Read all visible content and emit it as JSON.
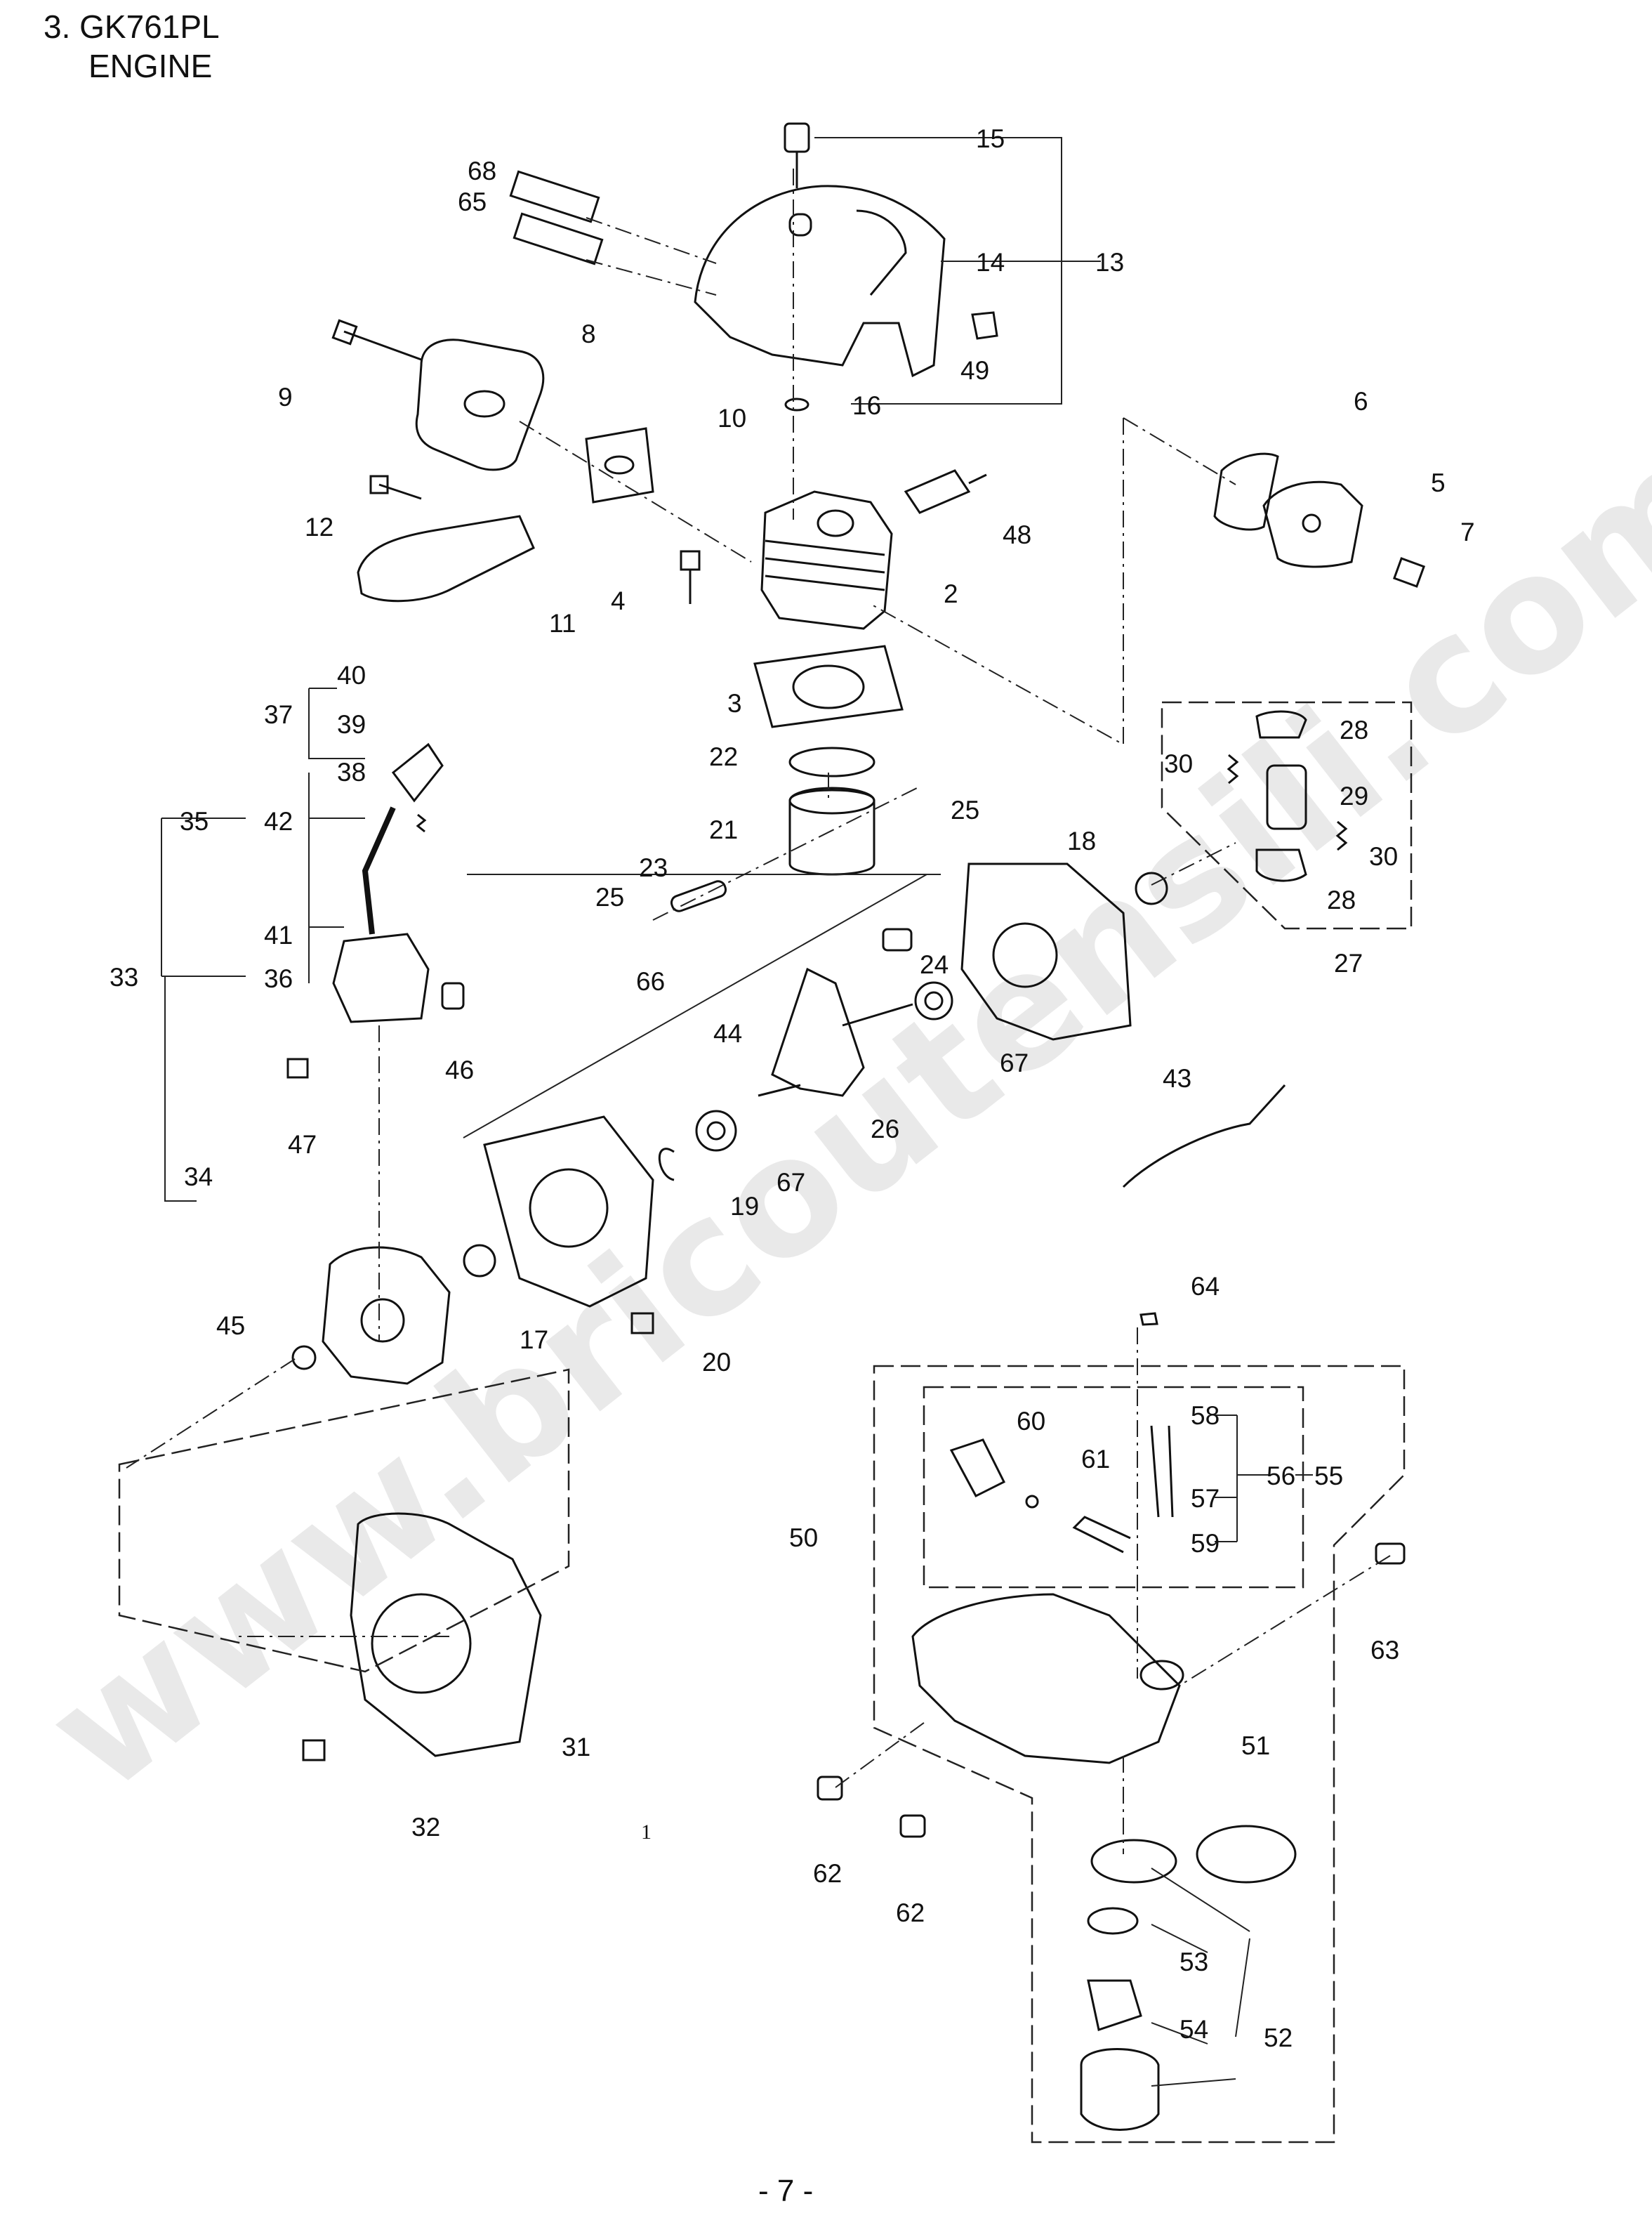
{
  "title": {
    "line1": "3. GK761PL",
    "line2": "ENGINE"
  },
  "watermark": "www.bricoutensili.com",
  "page_number": "- 7 -",
  "margin_mark": "1",
  "part_numbers": [
    "1",
    "2",
    "3",
    "4",
    "5",
    "6",
    "7",
    "8",
    "9",
    "10",
    "11",
    "12",
    "13",
    "14",
    "15",
    "16",
    "17",
    "18",
    "19",
    "20",
    "21",
    "22",
    "23",
    "24",
    "25",
    "26",
    "27",
    "28",
    "29",
    "30",
    "31",
    "32",
    "33",
    "34",
    "35",
    "36",
    "37",
    "38",
    "39",
    "40",
    "41",
    "42",
    "43",
    "44",
    "45",
    "46",
    "47",
    "48",
    "49",
    "50",
    "51",
    "52",
    "53",
    "54",
    "55",
    "56",
    "57",
    "58",
    "59",
    "60",
    "61",
    "62",
    "63",
    "64",
    "65",
    "66",
    "67",
    "68"
  ],
  "labels": {
    "p15": "15",
    "p14": "14",
    "p13": "13",
    "p68": "68",
    "p65": "65",
    "p49": "49",
    "p16": "16",
    "p8": "8",
    "p9": "9",
    "p10": "10",
    "p12": "12",
    "p11": "11",
    "p48": "48",
    "p2": "2",
    "p4": "4",
    "p6": "6",
    "p5": "5",
    "p7": "7",
    "p3": "3",
    "p22": "22",
    "p21": "21",
    "p25a": "25",
    "p25b": "25",
    "p23": "23",
    "p40": "40",
    "p37": "37",
    "p39": "39",
    "p38": "38",
    "p35": "35",
    "p42": "42",
    "p33": "33",
    "p41": "41",
    "p36": "36",
    "p47": "47",
    "p46": "46",
    "p28a": "28",
    "p30a": "30",
    "p29": "29",
    "p30b": "30",
    "p28b": "28",
    "p27": "27",
    "p18": "18",
    "p24": "24",
    "p66": "66",
    "p44": "44",
    "p67a": "67",
    "p26": "26",
    "p67b": "67",
    "p19": "19",
    "p43": "43",
    "p34": "34",
    "p45": "45",
    "p17": "17",
    "p20": "20",
    "p64": "64",
    "p58": "58",
    "p60": "60",
    "p61": "61",
    "p56": "56",
    "p55": "55",
    "p57": "57",
    "p59": "59",
    "p50": "50",
    "p63": "63",
    "p51": "51",
    "p31": "31",
    "p32": "32",
    "p62a": "62",
    "p62b": "62",
    "p53": "53",
    "p52": "52",
    "p54": "54"
  }
}
